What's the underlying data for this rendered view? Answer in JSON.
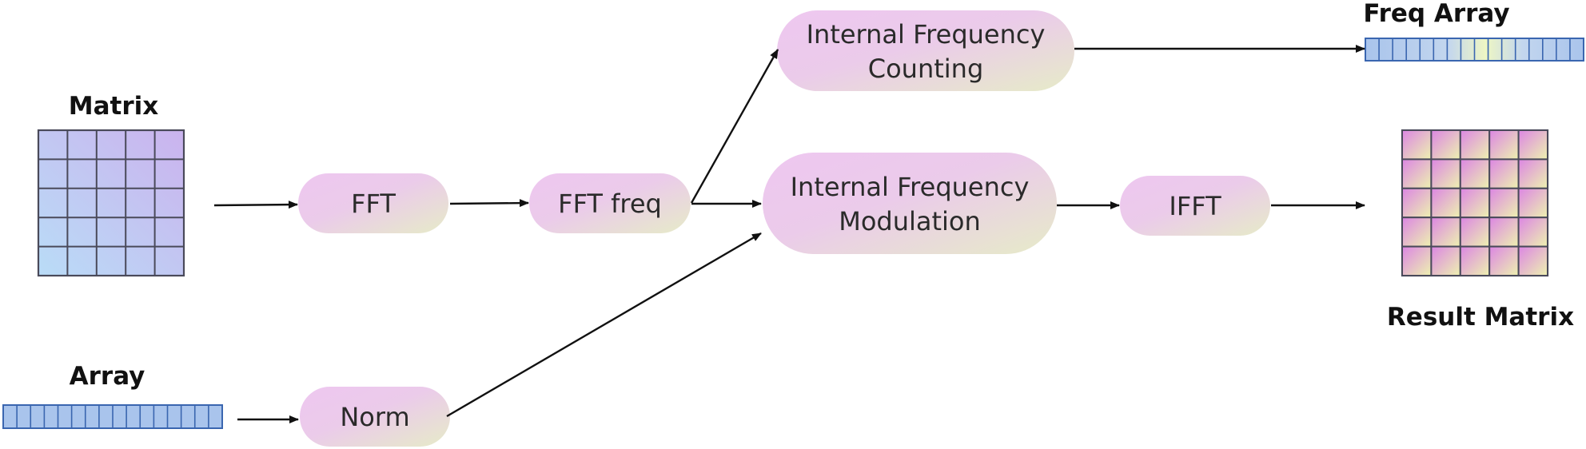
{
  "labels": {
    "matrix": "Matrix",
    "array": "Array",
    "freq_array": "Freq Array",
    "result_matrix": "Result Matrix"
  },
  "nodes": {
    "fft": "FFT",
    "fft_freq": "FFT freq",
    "norm": "Norm",
    "ifc_line1": "Internal Frequency",
    "ifc_line2": "Counting",
    "ifm_line1": "Internal Frequency",
    "ifm_line2": "Modulation",
    "ifft": "IFFT"
  },
  "colors": {
    "node_pink": "#eec7f0",
    "node_green": "#e6ebc8",
    "matrix_blue": "#b9dcf7",
    "matrix_purple": "#cbb3ee",
    "result_magenta": "#dc86e3",
    "result_yellow": "#eef2b0",
    "strip_blue": "#a9c4ec",
    "strip_light": "#eef6c4",
    "strip_border": "#3a66b0"
  }
}
